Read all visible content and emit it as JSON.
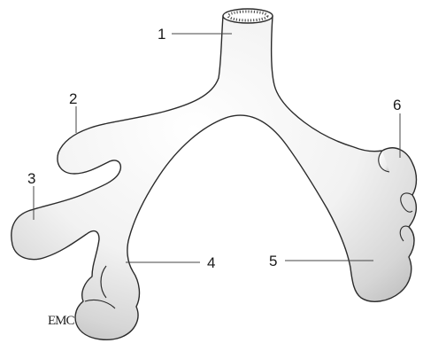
{
  "labels": [
    "1",
    "2",
    "3",
    "4",
    "5",
    "6"
  ],
  "logo": "EMC",
  "colors": {
    "outline": "#2b2b2b",
    "fill_light": "#ffffff",
    "fill_shade": "#cfcfcf",
    "label": "#1a1a1a"
  }
}
